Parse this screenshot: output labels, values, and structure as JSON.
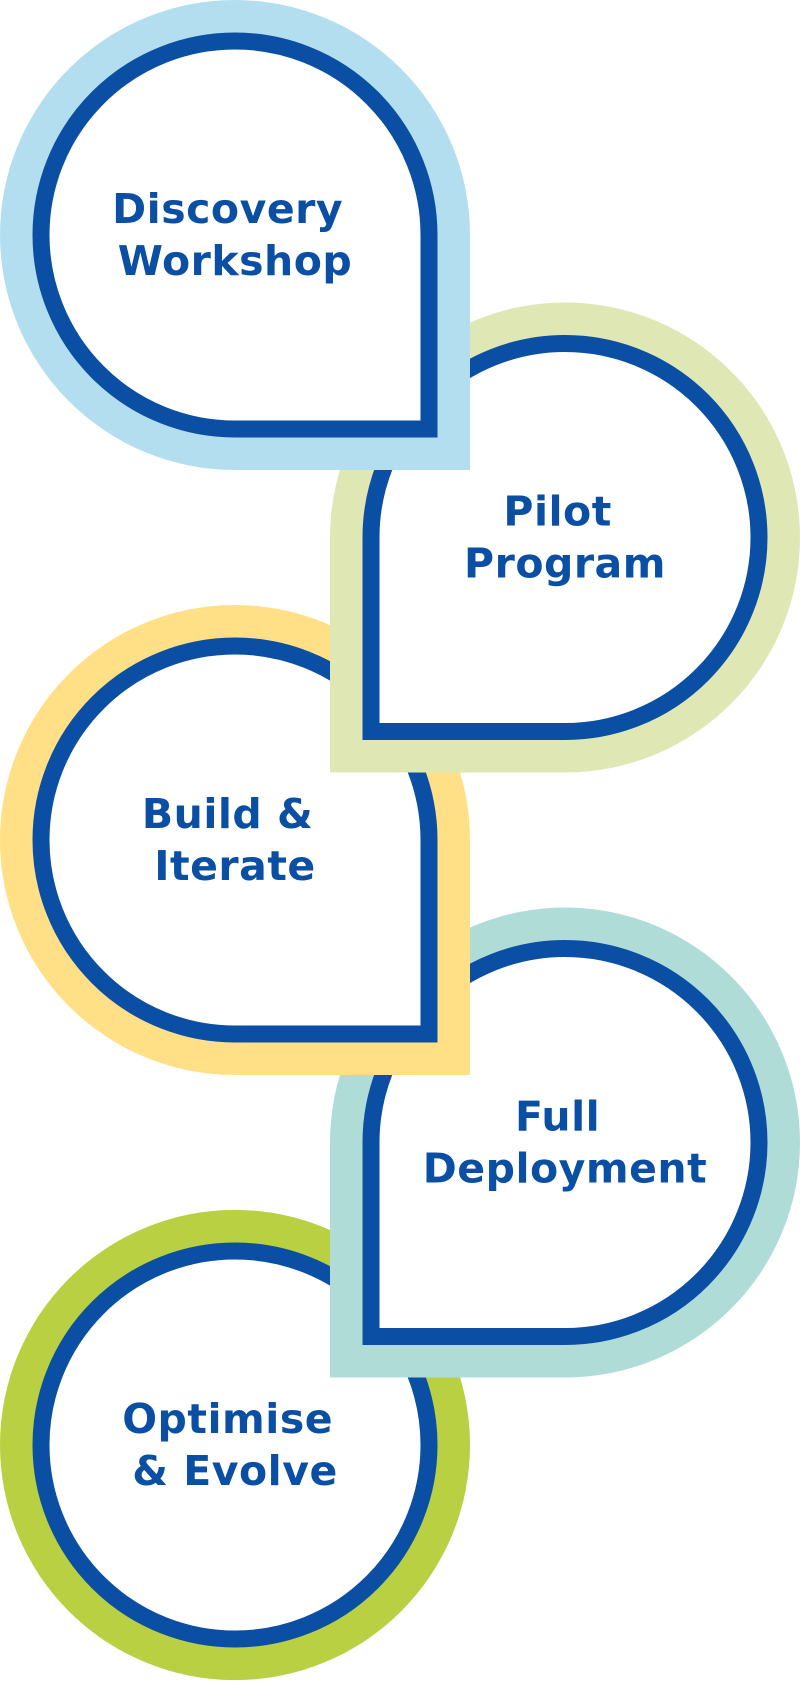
{
  "colors": {
    "stroke": "#0A4FA3",
    "text": "#0A4FA3",
    "fill": "#FFFFFF"
  },
  "stages": [
    {
      "id": "discovery",
      "lines": [
        "Discovery",
        "Workshop"
      ],
      "ring_color": "#B3DEF0",
      "shape": "teardrop-bottom-right"
    },
    {
      "id": "pilot",
      "lines": [
        "Pilot",
        "Program"
      ],
      "ring_color": "#DFE8B4",
      "shape": "teardrop-bottom-left"
    },
    {
      "id": "build",
      "lines": [
        "Build &",
        "Iterate"
      ],
      "ring_color": "#FFE086",
      "shape": "teardrop-bottom-right"
    },
    {
      "id": "deployment",
      "lines": [
        "Full",
        "Deployment"
      ],
      "ring_color": "#B0DCD8",
      "shape": "teardrop-bottom-left"
    },
    {
      "id": "optimise",
      "lines": [
        "Optimise",
        "& Evolve"
      ],
      "ring_color": "#B9D043",
      "shape": "circle"
    }
  ]
}
